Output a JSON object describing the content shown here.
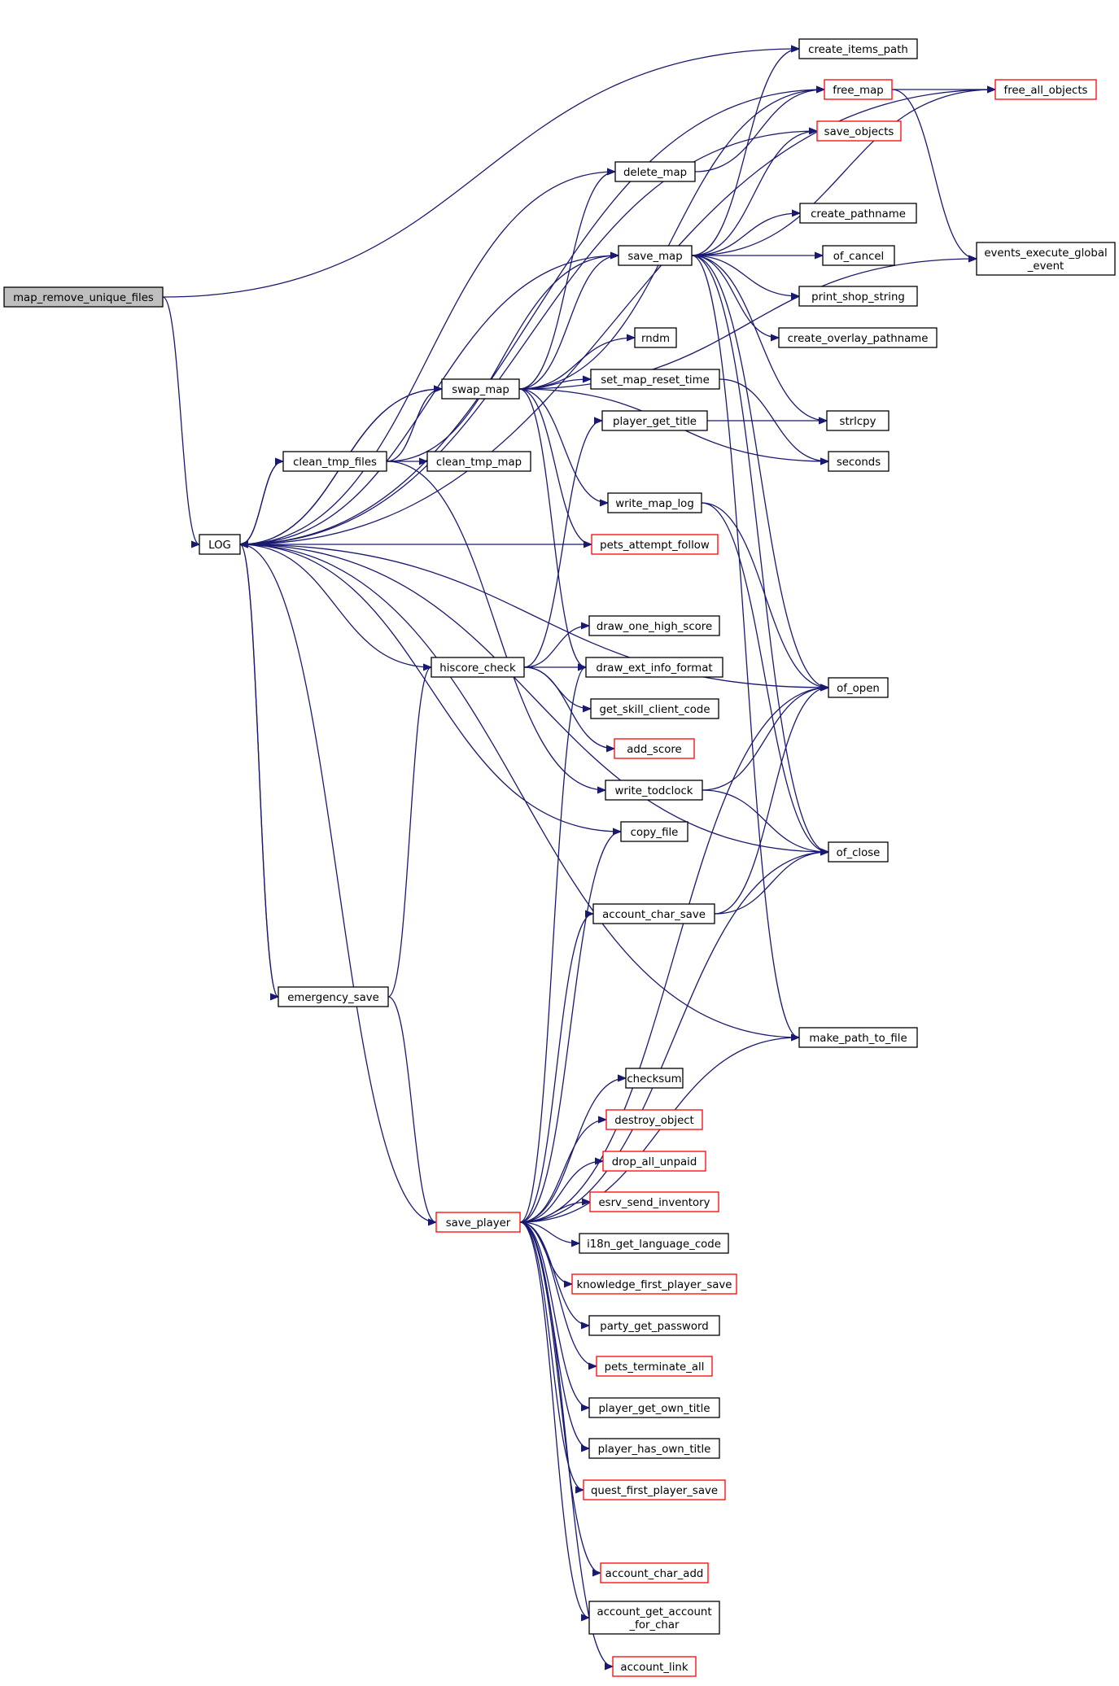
{
  "nodes": [
    {
      "id": "map_remove_unique_files",
      "label": "map_remove_unique_files",
      "root": true
    },
    {
      "id": "LOG",
      "label": "LOG"
    },
    {
      "id": "create_items_path",
      "label": "create_items_path"
    },
    {
      "id": "free_map",
      "label": "free_map",
      "red": true
    },
    {
      "id": "free_all_objects",
      "label": "free_all_objects",
      "red": true
    },
    {
      "id": "save_objects",
      "label": "save_objects",
      "red": true
    },
    {
      "id": "delete_map",
      "label": "delete_map"
    },
    {
      "id": "create_pathname",
      "label": "create_pathname"
    },
    {
      "id": "save_map",
      "label": "save_map"
    },
    {
      "id": "of_cancel",
      "label": "of_cancel"
    },
    {
      "id": "events_execute_global_event",
      "label": "events_execute_global\n_event"
    },
    {
      "id": "print_shop_string",
      "label": "print_shop_string"
    },
    {
      "id": "create_overlay_pathname",
      "label": "create_overlay_pathname"
    },
    {
      "id": "rndm",
      "label": "rndm"
    },
    {
      "id": "swap_map",
      "label": "swap_map"
    },
    {
      "id": "set_map_reset_time",
      "label": "set_map_reset_time"
    },
    {
      "id": "player_get_title",
      "label": "player_get_title"
    },
    {
      "id": "strlcpy",
      "label": "strlcpy"
    },
    {
      "id": "clean_tmp_files",
      "label": "clean_tmp_files"
    },
    {
      "id": "clean_tmp_map",
      "label": "clean_tmp_map"
    },
    {
      "id": "seconds",
      "label": "seconds"
    },
    {
      "id": "write_map_log",
      "label": "write_map_log"
    },
    {
      "id": "pets_attempt_follow",
      "label": "pets_attempt_follow",
      "red": true
    },
    {
      "id": "draw_one_high_score",
      "label": "draw_one_high_score"
    },
    {
      "id": "hiscore_check",
      "label": "hiscore_check"
    },
    {
      "id": "draw_ext_info_format",
      "label": "draw_ext_info_format"
    },
    {
      "id": "of_open",
      "label": "of_open"
    },
    {
      "id": "get_skill_client_code",
      "label": "get_skill_client_code"
    },
    {
      "id": "add_score",
      "label": "add_score",
      "red": true
    },
    {
      "id": "write_todclock",
      "label": "write_todclock"
    },
    {
      "id": "copy_file",
      "label": "copy_file"
    },
    {
      "id": "of_close",
      "label": "of_close"
    },
    {
      "id": "account_char_save",
      "label": "account_char_save"
    },
    {
      "id": "emergency_save",
      "label": "emergency_save"
    },
    {
      "id": "make_path_to_file",
      "label": "make_path_to_file"
    },
    {
      "id": "checksum",
      "label": "checksum"
    },
    {
      "id": "destroy_object",
      "label": "destroy_object",
      "red": true
    },
    {
      "id": "drop_all_unpaid",
      "label": "drop_all_unpaid",
      "red": true
    },
    {
      "id": "esrv_send_inventory",
      "label": "esrv_send_inventory",
      "red": true
    },
    {
      "id": "save_player",
      "label": "save_player",
      "red": true
    },
    {
      "id": "i18n_get_language_code",
      "label": "i18n_get_language_code"
    },
    {
      "id": "knowledge_first_player_save",
      "label": "knowledge_first_player_save",
      "red": true
    },
    {
      "id": "party_get_password",
      "label": "party_get_password"
    },
    {
      "id": "pets_terminate_all",
      "label": "pets_terminate_all",
      "red": true
    },
    {
      "id": "player_get_own_title",
      "label": "player_get_own_title"
    },
    {
      "id": "player_has_own_title",
      "label": "player_has_own_title"
    },
    {
      "id": "quest_first_player_save",
      "label": "quest_first_player_save",
      "red": true
    },
    {
      "id": "account_char_add",
      "label": "account_char_add",
      "red": true
    },
    {
      "id": "account_get_account_for_char",
      "label": "account_get_account\n_for_char"
    },
    {
      "id": "account_link",
      "label": "account_link",
      "red": true
    }
  ],
  "edges": [
    [
      "map_remove_unique_files",
      "create_items_path"
    ],
    [
      "map_remove_unique_files",
      "LOG"
    ],
    [
      "free_map",
      "LOG"
    ],
    [
      "free_map",
      "free_all_objects"
    ],
    [
      "free_map",
      "events_execute_global_event"
    ],
    [
      "free_all_objects",
      "LOG"
    ],
    [
      "save_objects",
      "LOG"
    ],
    [
      "delete_map",
      "LOG"
    ],
    [
      "delete_map",
      "free_map"
    ],
    [
      "save_map",
      "LOG"
    ],
    [
      "save_map",
      "create_items_path"
    ],
    [
      "save_map",
      "free_all_objects"
    ],
    [
      "save_map",
      "save_objects"
    ],
    [
      "save_map",
      "create_pathname"
    ],
    [
      "save_map",
      "of_cancel"
    ],
    [
      "save_map",
      "print_shop_string"
    ],
    [
      "save_map",
      "create_overlay_pathname"
    ],
    [
      "save_map",
      "strlcpy"
    ],
    [
      "save_map",
      "of_open"
    ],
    [
      "save_map",
      "of_close"
    ],
    [
      "save_map",
      "make_path_to_file"
    ],
    [
      "swap_map",
      "LOG"
    ],
    [
      "swap_map",
      "delete_map"
    ],
    [
      "swap_map",
      "free_map"
    ],
    [
      "swap_map",
      "save_map"
    ],
    [
      "swap_map",
      "events_execute_global_event"
    ],
    [
      "swap_map",
      "rndm"
    ],
    [
      "swap_map",
      "set_map_reset_time"
    ],
    [
      "swap_map",
      "seconds"
    ],
    [
      "swap_map",
      "write_map_log"
    ],
    [
      "swap_map",
      "pets_attempt_follow"
    ],
    [
      "swap_map",
      "draw_ext_info_format"
    ],
    [
      "set_map_reset_time",
      "seconds"
    ],
    [
      "player_get_title",
      "strlcpy"
    ],
    [
      "clean_tmp_files",
      "LOG"
    ],
    [
      "clean_tmp_files",
      "swap_map"
    ],
    [
      "clean_tmp_files",
      "save_map"
    ],
    [
      "clean_tmp_files",
      "clean_tmp_map"
    ],
    [
      "clean_tmp_files",
      "write_todclock"
    ],
    [
      "write_map_log",
      "of_open"
    ],
    [
      "write_map_log",
      "of_close"
    ],
    [
      "pets_attempt_follow",
      "LOG"
    ],
    [
      "hiscore_check",
      "LOG"
    ],
    [
      "hiscore_check",
      "player_get_title"
    ],
    [
      "hiscore_check",
      "draw_one_high_score"
    ],
    [
      "hiscore_check",
      "draw_ext_info_format"
    ],
    [
      "hiscore_check",
      "get_skill_client_code"
    ],
    [
      "hiscore_check",
      "add_score"
    ],
    [
      "of_open",
      "LOG"
    ],
    [
      "write_todclock",
      "of_open"
    ],
    [
      "write_todclock",
      "of_close"
    ],
    [
      "copy_file",
      "LOG"
    ],
    [
      "of_close",
      "LOG"
    ],
    [
      "account_char_save",
      "of_open"
    ],
    [
      "account_char_save",
      "of_close"
    ],
    [
      "emergency_save",
      "LOG"
    ],
    [
      "emergency_save",
      "hiscore_check"
    ],
    [
      "emergency_save",
      "save_player"
    ],
    [
      "make_path_to_file",
      "LOG"
    ],
    [
      "LOG",
      "swap_map"
    ],
    [
      "LOG",
      "clean_tmp_files"
    ],
    [
      "LOG",
      "emergency_save"
    ],
    [
      "save_player",
      "LOG"
    ],
    [
      "save_player",
      "draw_ext_info_format"
    ],
    [
      "save_player",
      "of_open"
    ],
    [
      "save_player",
      "copy_file"
    ],
    [
      "save_player",
      "of_close"
    ],
    [
      "save_player",
      "account_char_save"
    ],
    [
      "save_player",
      "make_path_to_file"
    ],
    [
      "save_player",
      "checksum"
    ],
    [
      "save_player",
      "destroy_object"
    ],
    [
      "save_player",
      "drop_all_unpaid"
    ],
    [
      "save_player",
      "esrv_send_inventory"
    ],
    [
      "save_player",
      "i18n_get_language_code"
    ],
    [
      "save_player",
      "knowledge_first_player_save"
    ],
    [
      "save_player",
      "party_get_password"
    ],
    [
      "save_player",
      "pets_terminate_all"
    ],
    [
      "save_player",
      "player_get_own_title"
    ],
    [
      "save_player",
      "player_has_own_title"
    ],
    [
      "save_player",
      "quest_first_player_save"
    ],
    [
      "save_player",
      "account_char_add"
    ],
    [
      "save_player",
      "account_get_account_for_char"
    ],
    [
      "save_player",
      "account_link"
    ]
  ]
}
